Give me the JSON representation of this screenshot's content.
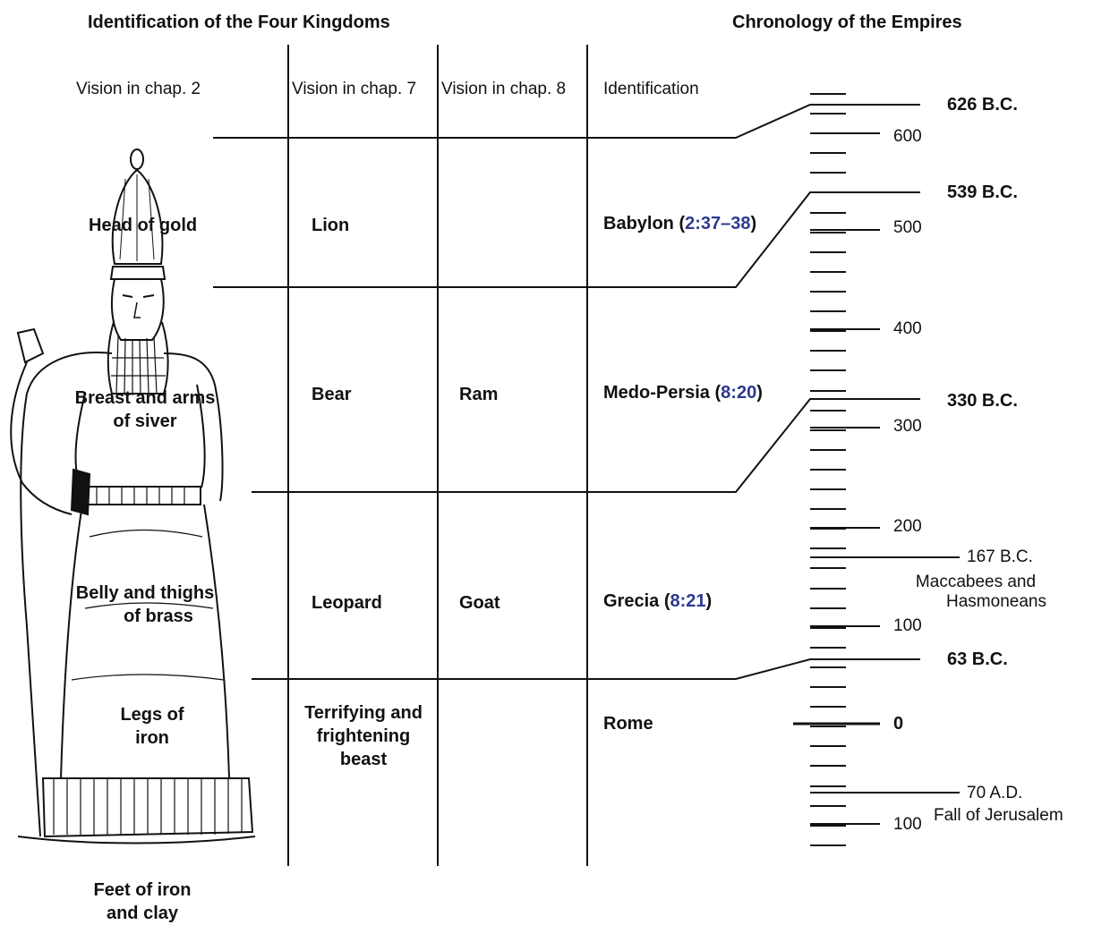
{
  "left_title": "Identification of the Four Kingdoms",
  "right_title": "Chronology of the Empires",
  "columns": {
    "chap2": "Vision in chap. 2",
    "chap7": "Vision in chap. 7",
    "chap8": "Vision in chap. 8",
    "identification": "Identification"
  },
  "statue": {
    "head": "Head of gold",
    "breast_1": "Breast and arms",
    "breast_2": "of siver",
    "belly_1": "Belly and thighs",
    "belly_2": "of brass",
    "legs_1": "Legs of",
    "legs_2": "iron",
    "feet_1": "Feet of iron",
    "feet_2": "and clay"
  },
  "chap7": {
    "lion": "Lion",
    "bear": "Bear",
    "leopard": "Leopard",
    "beast_1": "Terrifying and",
    "beast_2": "frightening",
    "beast_3": "beast"
  },
  "chap8": {
    "ram": "Ram",
    "goat": "Goat"
  },
  "kingdoms": {
    "babylon": {
      "name": "Babylon (",
      "ref": "2:37–38",
      "close": ")"
    },
    "medo": {
      "name": "Medo-Persia (",
      "ref": "8:20",
      "close": ")"
    },
    "grecia": {
      "name": "Grecia (",
      "ref": "8:21",
      "close": ")"
    },
    "rome": {
      "name": "Rome"
    }
  },
  "timeline": {
    "ticks": [
      "600",
      "500",
      "400",
      "300",
      "200",
      "100",
      "0",
      "100"
    ],
    "dates": {
      "d626": "626 B.C.",
      "d539": "539 B.C.",
      "d330": "330 B.C.",
      "d63": "63 B.C.",
      "d167": "167 B.C.",
      "d167_note_1": "Maccabees and",
      "d167_note_2": "Hasmoneans",
      "d70": "70 A.D.",
      "d70_note": "Fall of Jerusalem"
    }
  },
  "colors": {
    "reference": "#2e3a8f",
    "line": "#111111"
  }
}
